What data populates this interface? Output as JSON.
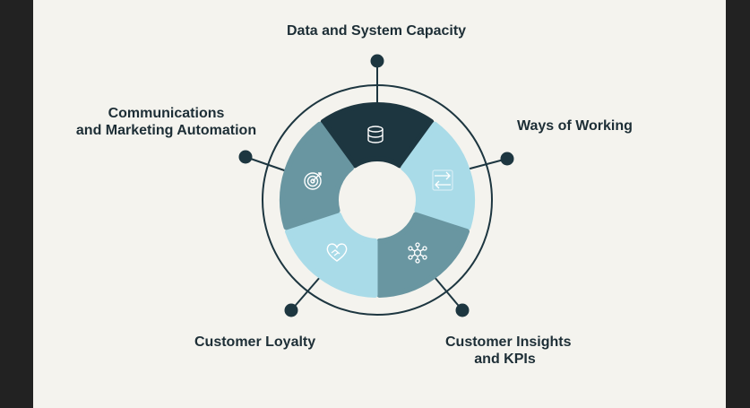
{
  "colors": {
    "background": "#f4f3ee",
    "outer_frame": "#222222",
    "dark": "#1d3640",
    "mid": "#6996a1",
    "light": "#a9dbe8",
    "text": "#1d2e36"
  },
  "diagram": {
    "segments": [
      {
        "id": "data",
        "label": "Data and System Capacity",
        "fill": "dark",
        "icon": "database-icon"
      },
      {
        "id": "ways",
        "label": "Ways of Working",
        "fill": "light",
        "icon": "swap-arrows-icon"
      },
      {
        "id": "insights",
        "label_line1": "Customer Insights",
        "label_line2": "and KPIs",
        "fill": "mid",
        "icon": "network-icon"
      },
      {
        "id": "loyalty",
        "label": "Customer Loyalty",
        "fill": "light",
        "icon": "heart-handshake-icon"
      },
      {
        "id": "comms",
        "label_line1": "Communications",
        "label_line2": "and Marketing Automation",
        "fill": "mid",
        "icon": "target-icon"
      }
    ]
  }
}
